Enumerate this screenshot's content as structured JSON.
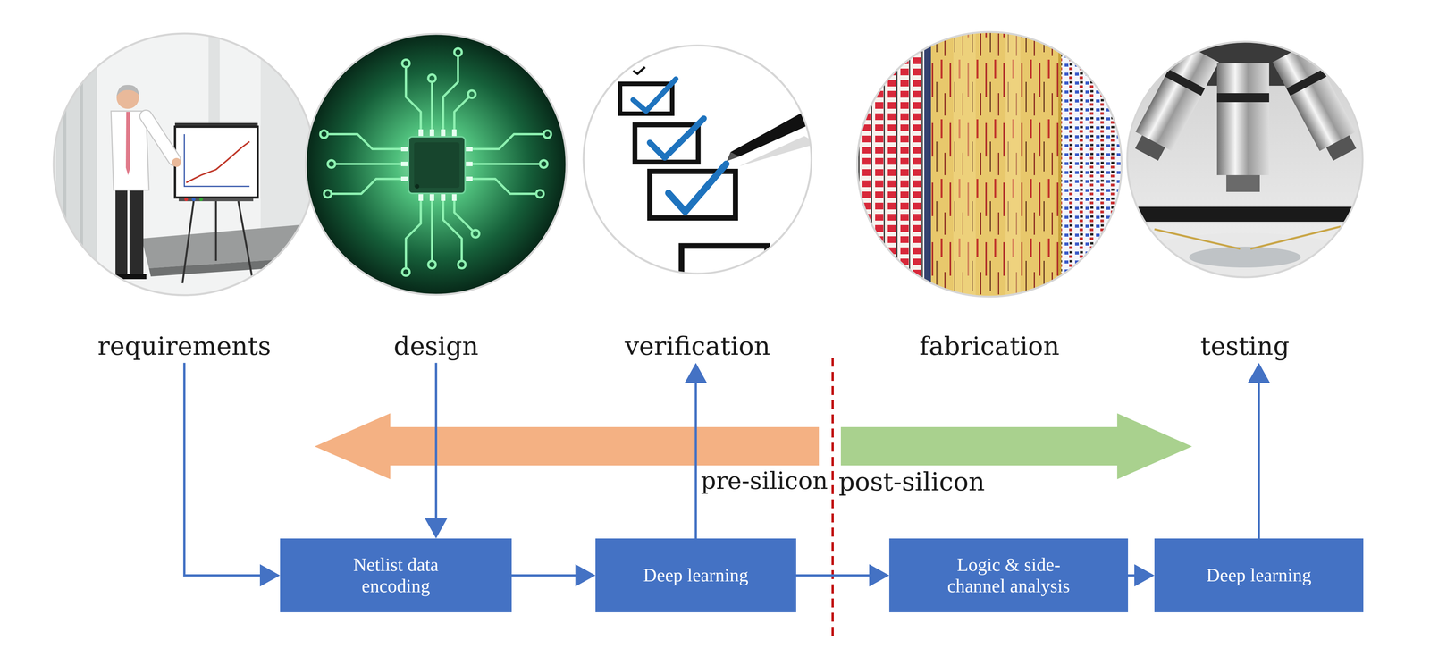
{
  "diagram": {
    "nodes": [
      {
        "text": [
          "requirements"
        ]
      },
      {
        "text": [
          "design"
        ]
      },
      {
        "text": [
          "verification"
        ]
      },
      {
        "text": [
          "fabrication"
        ]
      },
      {
        "text": [
          "testing"
        ]
      },
      {
        "text": [
          "Netlist data encoding"
        ]
      },
      {
        "text": [
          "Deep learning"
        ]
      },
      {
        "text": [
          "Logic & side-channel analysis"
        ]
      },
      {
        "text": [
          "Deep learning"
        ]
      }
    ],
    "edges": [
      {
        "from": 0,
        "to": 5,
        "arrow": "to"
      },
      {
        "from": 1,
        "to": 5,
        "arrow": "to"
      },
      {
        "from": 5,
        "to": 6,
        "arrow": "to"
      },
      {
        "from": 6,
        "to": 2,
        "arrow": "to"
      },
      {
        "from": 6,
        "to": 7,
        "arrow": "to"
      },
      {
        "from": 7,
        "to": 8,
        "arrow": "to"
      },
      {
        "from": 8,
        "to": 4,
        "arrow": "to"
      }
    ],
    "labels": [
      "pre-silicon",
      "post-silicon"
    ]
  }
}
